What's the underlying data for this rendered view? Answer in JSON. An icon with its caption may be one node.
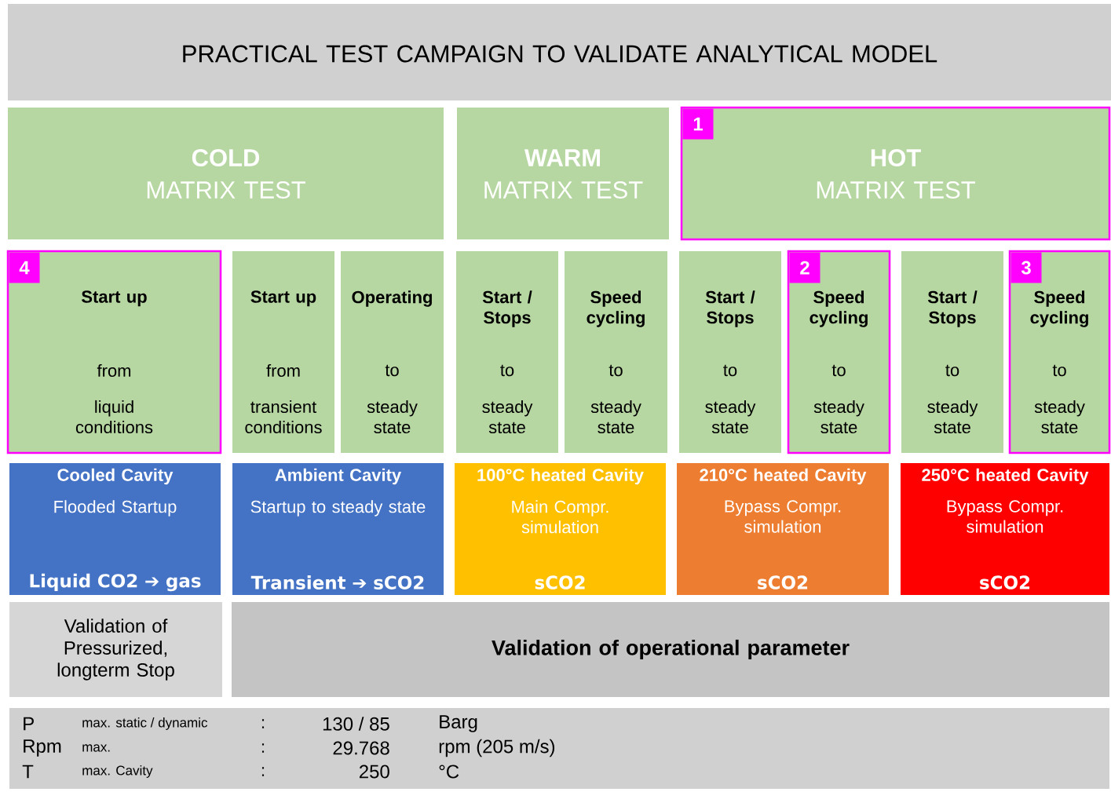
{
  "diagram": {
    "nodes": [
      {
        "text": [
          "PRACTICAL TEST CAMPAIGN TO VALIDATE ANALYTICAL MODEL"
        ]
      },
      {
        "text": [
          "COLD",
          "MATRIX TEST"
        ]
      },
      {
        "text": [
          "WARM",
          "MATRIX TEST"
        ]
      },
      {
        "text": [
          "HOT",
          "MATRIX TEST"
        ]
      },
      {
        "text": [
          "1"
        ],
        "in": 3
      },
      {
        "text": [
          "Start up",
          "from",
          "liquid conditions"
        ]
      },
      {
        "text": [
          "4"
        ],
        "in": 5
      },
      {
        "text": [
          "Start up",
          "from",
          "transient conditions"
        ]
      },
      {
        "text": [
          "Operating",
          "to",
          "steady state"
        ]
      },
      {
        "text": [
          "Start / Stops",
          "to",
          "steady state"
        ]
      },
      {
        "text": [
          "Speed cycling",
          "to",
          "steady state"
        ]
      },
      {
        "text": [
          "Start / Stops",
          "to",
          "steady state"
        ]
      },
      {
        "text": [
          "Speed cycling",
          "to",
          "steady state"
        ]
      },
      {
        "text": [
          "2"
        ],
        "in": 12
      },
      {
        "text": [
          "Start / Stops",
          "to",
          "steady state"
        ]
      },
      {
        "text": [
          "Speed cycling",
          "to",
          "steady state"
        ]
      },
      {
        "text": [
          "3"
        ],
        "in": 15
      },
      {
        "text": [
          "Cooled Cavity",
          "Flooded Startup",
          "Liquid CO2 ➔ gas"
        ]
      },
      {
        "text": [
          "Ambient Cavity",
          "Startup to steady state",
          "Transient ➔ sCO2"
        ]
      },
      {
        "text": [
          "100°C heated Cavity",
          "Main Compr. simulation",
          "sCO2"
        ]
      },
      {
        "text": [
          "210°C heated Cavity",
          "Bypass Compr. simulation",
          "sCO2"
        ]
      },
      {
        "text": [
          "250°C heated Cavity",
          "Bypass Compr. simulation",
          "sCO2"
        ]
      },
      {
        "text": [
          "Validation of Pressurized, longterm Stop"
        ]
      },
      {
        "text": [
          "Validation of operational parameter"
        ]
      }
    ],
    "labels": [
      "P",
      "max. static / dynamic",
      ":",
      "130 / 85",
      "Barg",
      "Rpm",
      "max.",
      ":",
      "29.768",
      "rpm  (205 m/s)",
      "T",
      "max. Cavity",
      ":",
      "250",
      "°C"
    ]
  }
}
